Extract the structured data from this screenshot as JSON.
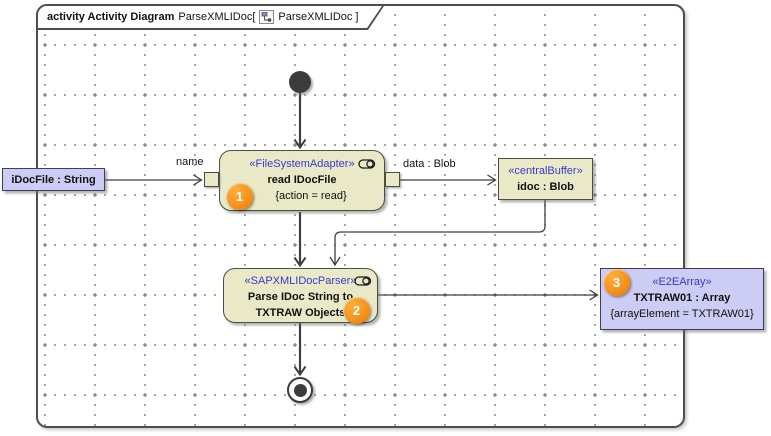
{
  "frame_title": {
    "keyword_and_type": "activity Activity Diagram",
    "name_part": "ParseXMLIDoc[",
    "ref_part": "ParseXMLIDoc ]"
  },
  "colors": {
    "action_fill": "#e9e9c8",
    "object_fill": "#ccccf4",
    "stereotype_blue": "#3a3acc",
    "badge_orange": "#f6921e",
    "line": "#3f3f3f"
  },
  "nodes": {
    "idoc_file": {
      "label": "iDocFile : String"
    },
    "read_action": {
      "stereotype": "«FileSystemAdapter»",
      "name": "read IDocFile",
      "constraint": "{action = read}",
      "badge": "1"
    },
    "central_buffer": {
      "stereotype": "«centralBuffer»",
      "name": "idoc : Blob"
    },
    "parse_action": {
      "stereotype": "«SAPXMLIDocParser»",
      "name_line1": "Parse IDoc String to",
      "name_line2": "TXTRAW Objects",
      "badge": "2"
    },
    "txtraw_array": {
      "stereotype": "«E2EArray»",
      "name": "TXTRAW01 : Array",
      "constraint": "{arrayElement = TXTRAW01}",
      "badge": "3"
    }
  },
  "edge_labels": {
    "name": "name",
    "data_blob": "data : Blob"
  }
}
